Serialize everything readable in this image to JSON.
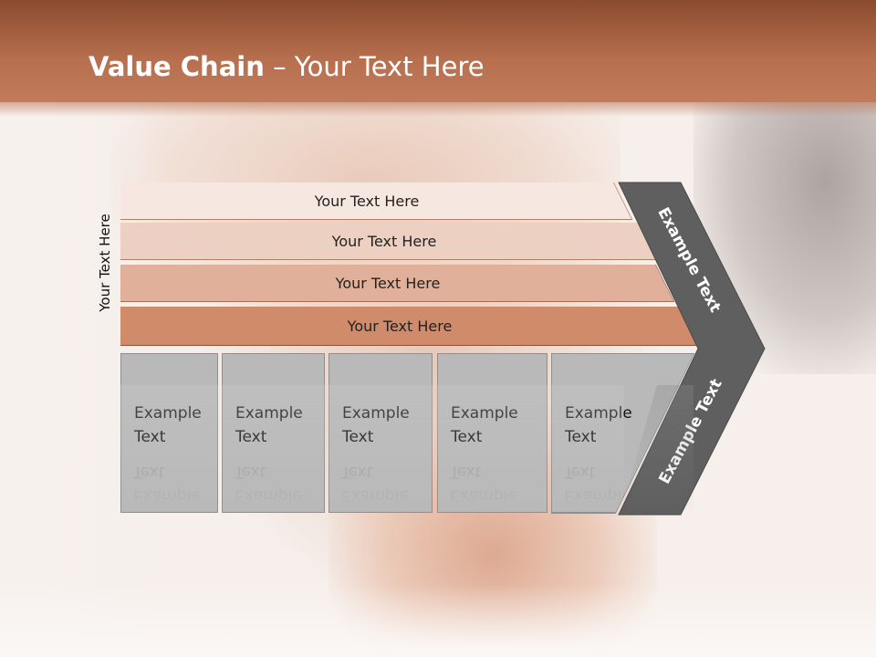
{
  "title": {
    "bold": "Value Chain",
    "rest": " – Your Text Here"
  },
  "side_label": "Your Text Here",
  "bars": [
    "Your Text Here",
    "Your Text Here",
    "Your Text Here",
    "Your Text Here"
  ],
  "boxes": [
    {
      "line1": "Example",
      "line2": "Text"
    },
    {
      "line1": "Example",
      "line2": "Text"
    },
    {
      "line1": "Example",
      "line2": "Text"
    },
    {
      "line1": "Example",
      "line2": "Text"
    },
    {
      "line1": "Example",
      "line2": "Text"
    }
  ],
  "chevron": {
    "top": "Example Text",
    "bottom": "Example Text"
  },
  "colors": {
    "header": "#b8704f",
    "bar1": "#f6e8e1",
    "bar2": "#ecd0c2",
    "bar3": "#e0b09a",
    "bar4": "#cf8b6a",
    "boxes": "#b9b9b9",
    "chevron": "#5f5f5f"
  }
}
